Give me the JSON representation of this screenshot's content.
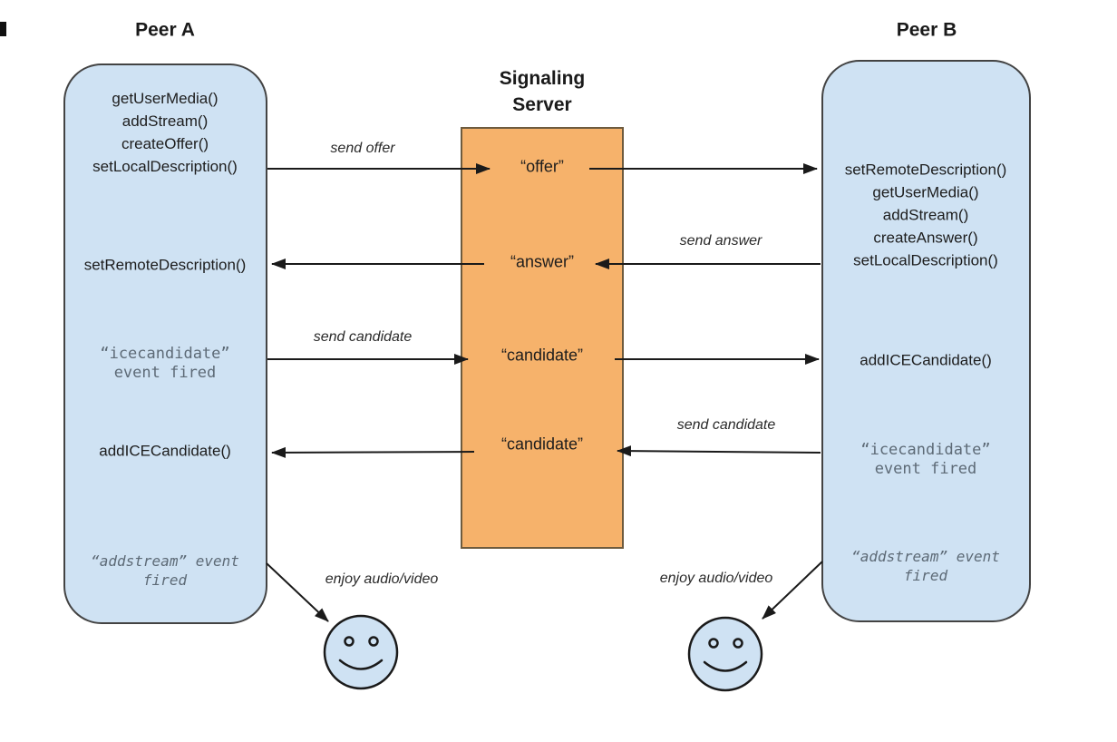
{
  "titles": {
    "peer_a": "Peer A",
    "peer_b": "Peer B",
    "signaling_server": "Signaling\nServer"
  },
  "peer_a": {
    "offer_steps": "getUserMedia()\naddStream()\ncreateOffer()\nsetLocalDescription()",
    "set_remote_description": "setRemoteDescription()",
    "icecandidate_event": "“icecandidate”\nevent fired",
    "add_ice_candidate": "addICECandidate()",
    "addstream_event": "“addstream” event\nfired"
  },
  "peer_b": {
    "answer_steps": "setRemoteDescription()\ngetUserMedia()\naddStream()\ncreateAnswer()\nsetLocalDescription()",
    "add_ice_candidate": "addICECandidate()",
    "icecandidate_event": "“icecandidate”\nevent fired",
    "addstream_event": "“addstream” event\nfired"
  },
  "signaling": {
    "offer": "“offer”",
    "answer": "“answer”",
    "candidate_top": "“candidate”",
    "candidate_bottom": "“candidate”"
  },
  "arrow_labels": {
    "send_offer": "send offer",
    "send_answer": "send answer",
    "send_candidate_left": "send candidate",
    "send_candidate_right": "send candidate",
    "enjoy_left": "enjoy audio/video",
    "enjoy_right": "enjoy audio/video"
  },
  "icons": {
    "smiley_left": "smiley-face",
    "smiley_right": "smiley-face"
  },
  "colors": {
    "peer_fill": "#cfe2f3",
    "peer_border": "#434343",
    "server_fill": "#f6b26b",
    "server_border": "#6e5b3e",
    "event_text": "#5d6a76",
    "arrow": "#1a1a1a"
  }
}
